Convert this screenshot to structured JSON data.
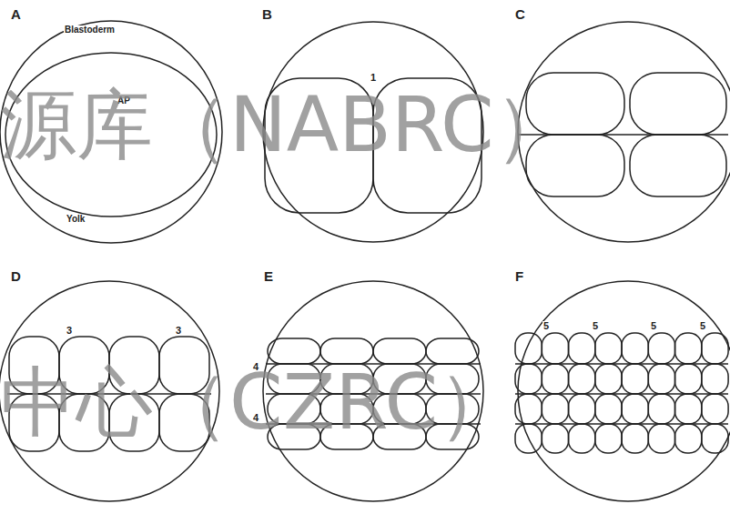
{
  "diagram": {
    "labels": [
      "A",
      "B",
      "C",
      "D",
      "E",
      "F",
      "Blastoderm",
      "AP",
      "Yolk",
      "1",
      "3",
      "3",
      "4",
      "4",
      "5",
      "5",
      "5",
      "5",
      "源库（NABRC）",
      "中心（CZRC）"
    ]
  }
}
